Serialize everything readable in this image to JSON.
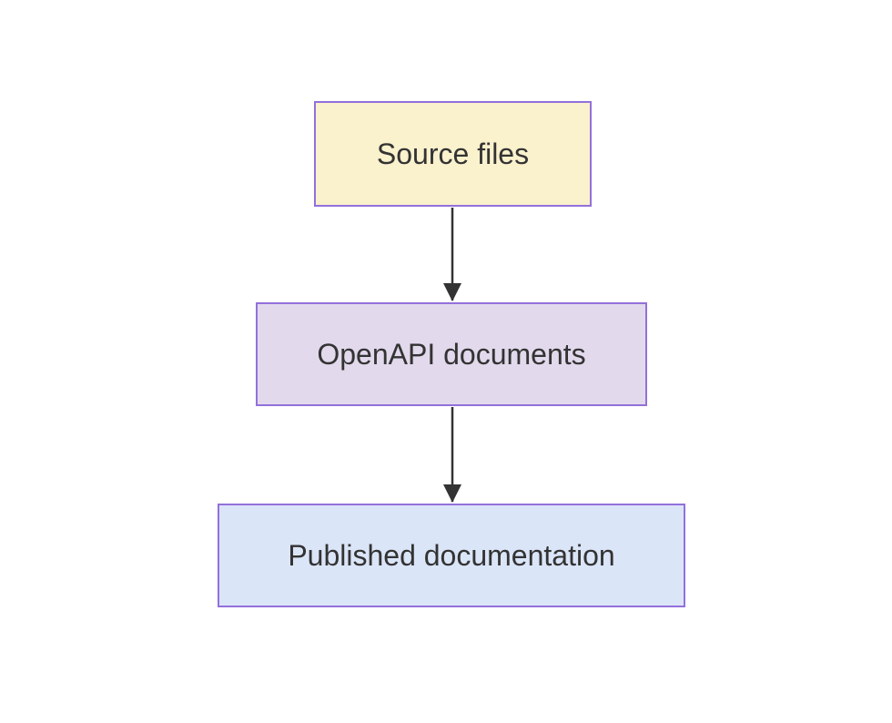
{
  "diagram": {
    "type": "flowchart",
    "direction": "top-down",
    "nodes": [
      {
        "id": "source-files",
        "label": "Source files",
        "fill": "#faf1cd"
      },
      {
        "id": "openapi-documents",
        "label": "OpenAPI documents",
        "fill": "#e2d9ec"
      },
      {
        "id": "published-documentation",
        "label": "Published documentation",
        "fill": "#dbe5f8"
      }
    ],
    "edges": [
      {
        "from": "source-files",
        "to": "openapi-documents",
        "style": "arrow-down"
      },
      {
        "from": "openapi-documents",
        "to": "published-documentation",
        "style": "arrow-down"
      }
    ]
  },
  "colors": {
    "node-source-fill": "#faf1cd",
    "node-openapi-fill": "#e2d9ec",
    "node-published-fill": "#dbe5f8",
    "node-border": "#9370db",
    "edge": "#333333",
    "text": "#333333",
    "background": "#ffffff"
  }
}
